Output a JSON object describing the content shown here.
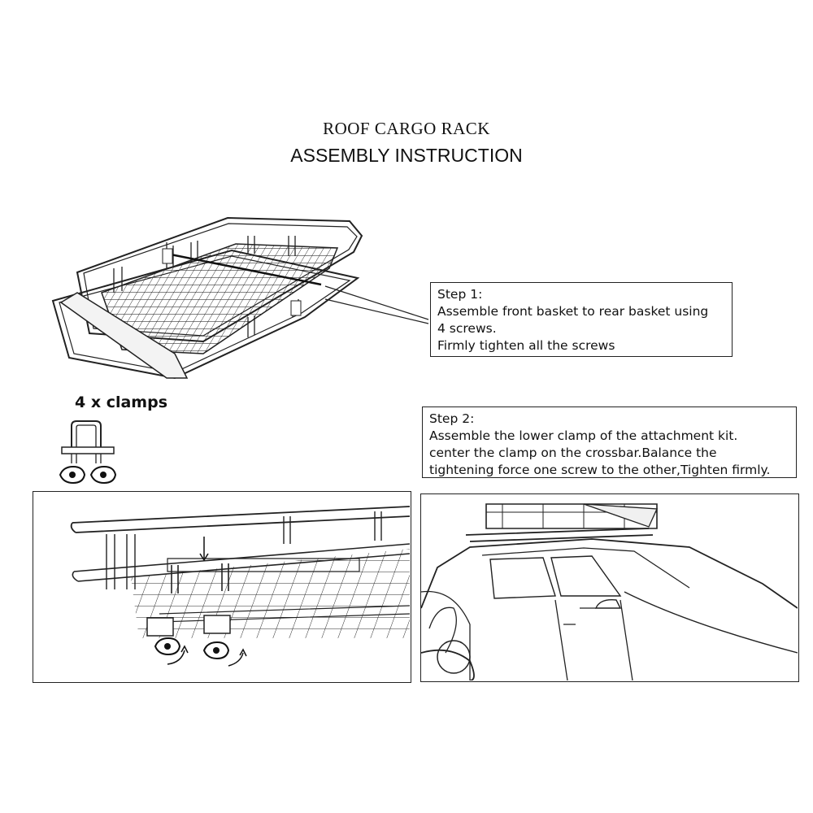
{
  "header": {
    "title": "ROOF CARGO RACK",
    "subtitle": "ASSEMBLY INSTRUCTION"
  },
  "step1": {
    "heading": "Step 1:",
    "lines": [
      "Assemble front basket to rear basket using",
      "4 screws.",
      "Firmly tighten all the screws"
    ]
  },
  "clamps": {
    "label": "4 x clamps"
  },
  "step2": {
    "heading": "Step 2:",
    "lines": [
      "Assemble the lower clamp of the attachment kit.",
      "center the clamp on the crossbar.Balance the",
      "tightening force one screw to the other,Tighten firmly."
    ]
  }
}
